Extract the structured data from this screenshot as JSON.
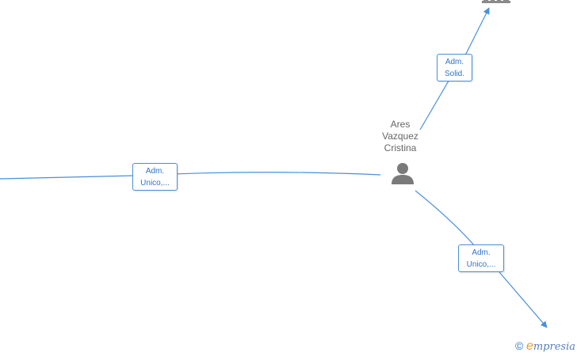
{
  "center_person": {
    "name_lines": [
      "Ares",
      "Vazquez",
      "Cristina"
    ],
    "icon": "person-icon"
  },
  "edges": [
    {
      "id": "left",
      "label_lines": [
        "Adm.",
        "Unico,..."
      ]
    },
    {
      "id": "top",
      "label_lines": [
        "Adm.",
        "Solid."
      ]
    },
    {
      "id": "bottom",
      "label_lines": [
        "Adm.",
        "Unico,..."
      ]
    }
  ],
  "watermark": {
    "copyright": "©",
    "brand_initial": "e",
    "brand_rest": "mpresia"
  },
  "colors": {
    "edge": "#4a8fd8",
    "label_text": "#2f74c8",
    "person_icon": "#7a7a7a",
    "name_text": "#666666"
  }
}
